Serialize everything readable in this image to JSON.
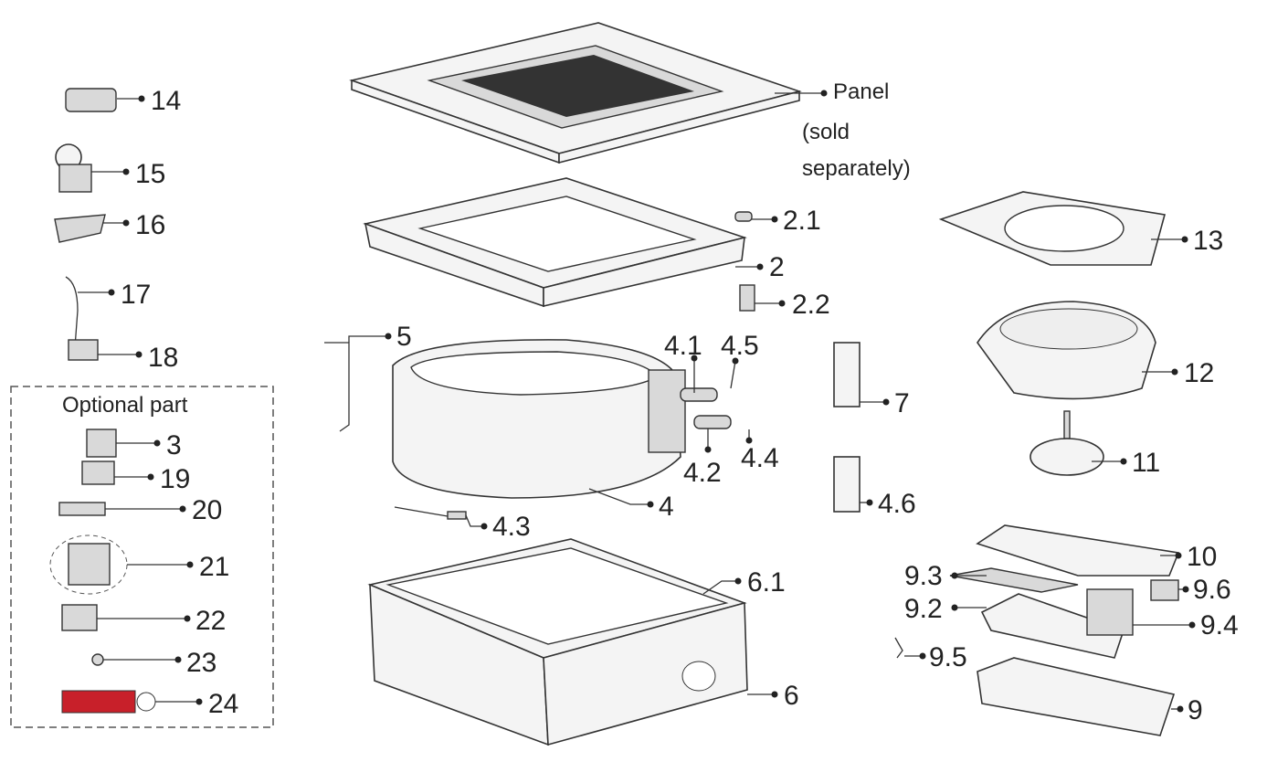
{
  "diagram": {
    "panel_label": [
      "Panel",
      "(sold",
      "separately)"
    ],
    "optional_box_title": "Optional part",
    "callouts": {
      "p14": "14",
      "p15": "15",
      "p16": "16",
      "p17": "17",
      "p18": "18",
      "p3": "3",
      "p19": "19",
      "p20": "20",
      "p21": "21",
      "p22": "22",
      "p23": "23",
      "p24": "24",
      "p2_1": "2.1",
      "p2": "2",
      "p2_2": "2.2",
      "p5": "5",
      "p4_1": "4.1",
      "p4_5": "4.5",
      "p4_2": "4.2",
      "p4_4": "4.4",
      "p4": "4",
      "p4_3": "4.3",
      "p7": "7",
      "p4_6": "4.6",
      "p6_1": "6.1",
      "p6": "6",
      "p13": "13",
      "p12": "12",
      "p11": "11",
      "p10": "10",
      "p9_3": "9.3",
      "p9_6": "9.6",
      "p9_2": "9.2",
      "p9_4": "9.4",
      "p9_5": "9.5",
      "p9": "9"
    },
    "colors": {
      "line": "#333333",
      "label_accent": "#c8202a"
    }
  }
}
